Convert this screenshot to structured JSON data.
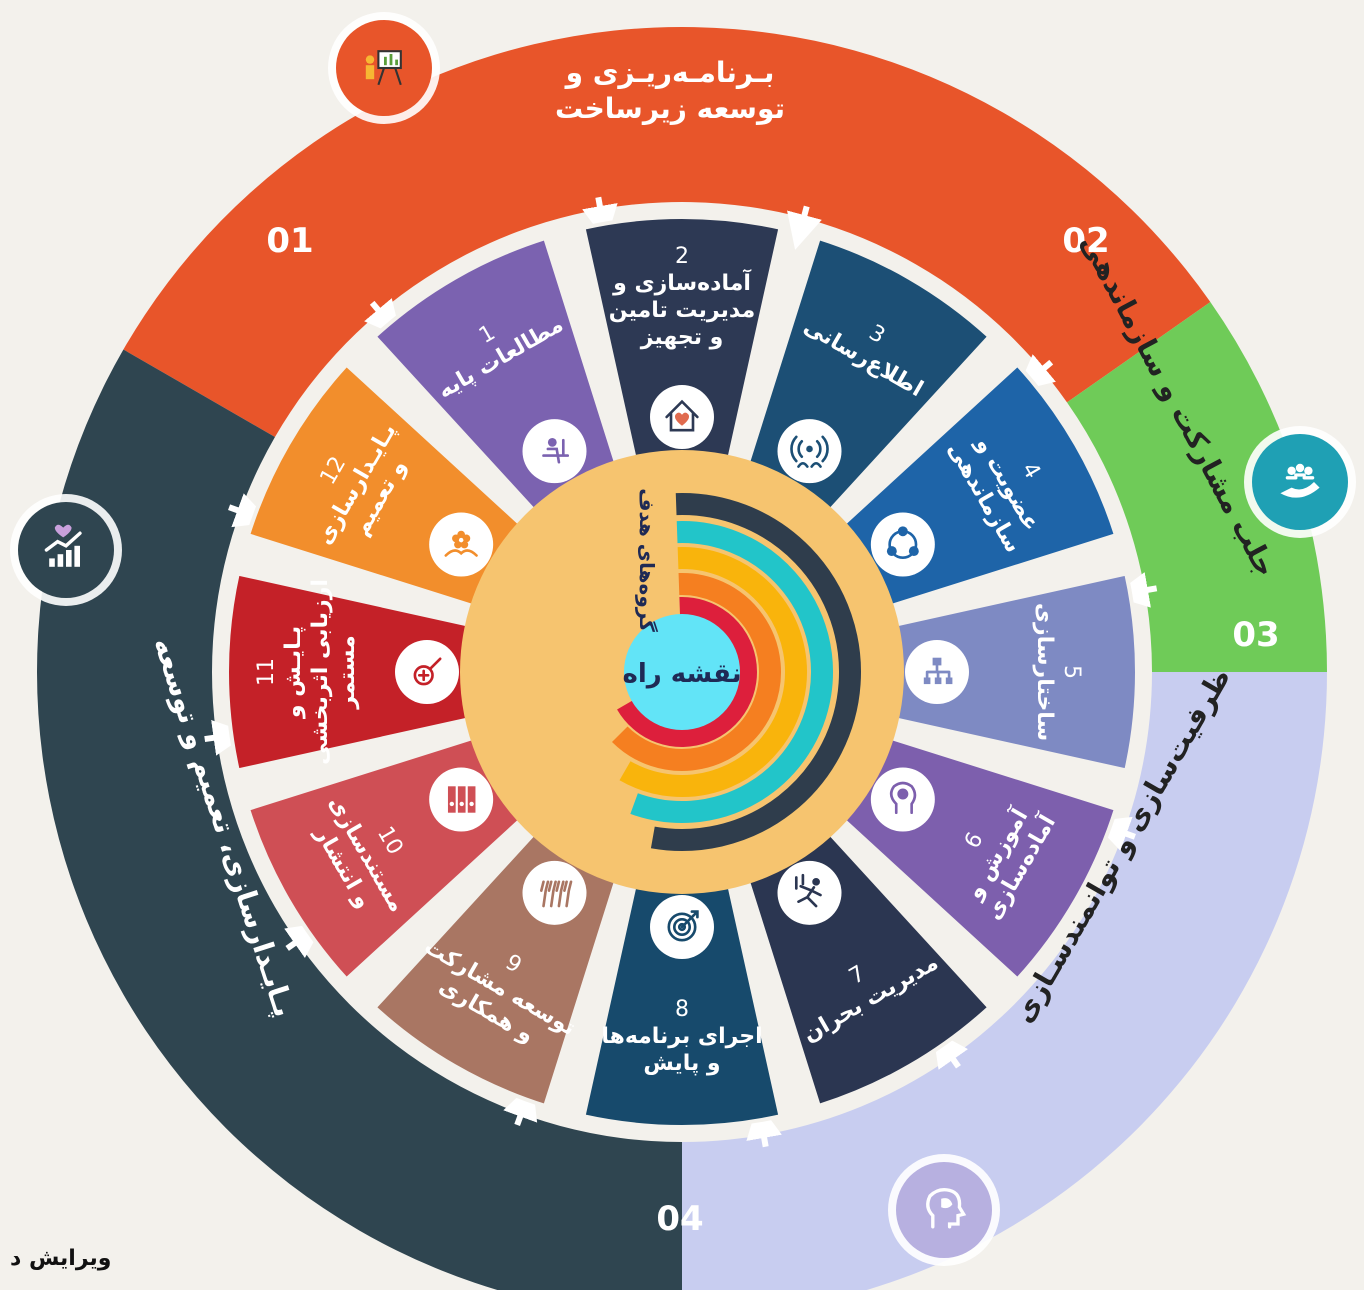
{
  "center": {
    "label": "نقشه راه",
    "target_groups": "گروه‌های هدف"
  },
  "phases": [
    {
      "number": "01",
      "title_lines": [
        "بـرنامـه‌ریـزی و",
        "توسعه زیرساخت"
      ],
      "color": "#e8552a",
      "icon": "presentation-icon"
    },
    {
      "number": "02",
      "title_lines": [
        "جلب مشارکت و سازماندهی"
      ],
      "color": "#6fcb58",
      "icon": "helping-hand-icon"
    },
    {
      "number": "03",
      "title_lines": [
        "ظرفیت‌سازی و توانمندسـازی"
      ],
      "color": "#c8cdf0",
      "icon": "head-mind-icon"
    },
    {
      "number": "04",
      "title_lines": [
        "پـایـدارسازی، تعمیم و توسعه"
      ],
      "color": "#2f4550",
      "icon": "growth-chart-icon"
    }
  ],
  "steps": [
    {
      "number": "1",
      "lines": [
        "مطالعات پایه"
      ],
      "color": "#7b62b0",
      "icon": "study-desk-icon"
    },
    {
      "number": "2",
      "lines": [
        "آماده‌سازی و",
        "مدیریت تامین",
        "و تجهیز"
      ],
      "color": "#2d3954",
      "icon": "home-heart-icon"
    },
    {
      "number": "3",
      "lines": [
        "اطلاع‌رسانی"
      ],
      "color": "#1c4f75",
      "icon": "broadcast-icon"
    },
    {
      "number": "4",
      "lines": [
        "عضویت و",
        "سازماندهی"
      ],
      "color": "#1e64a8",
      "icon": "team-cycle-icon"
    },
    {
      "number": "5",
      "lines": [
        "ساختارسازی"
      ],
      "color": "#7e8ac3",
      "icon": "org-chart-icon"
    },
    {
      "number": "6",
      "lines": [
        "آموزش و",
        "آماده‌سازی"
      ],
      "color": "#7d5fad",
      "icon": "brain-head-icon"
    },
    {
      "number": "7",
      "lines": [
        "مدیریت بحران"
      ],
      "color": "#2b3651",
      "icon": "falling-person-icon"
    },
    {
      "number": "8",
      "lines": [
        "اجرای برنامه‌ها",
        "و پایش"
      ],
      "color": "#174a6c",
      "icon": "target-icon"
    },
    {
      "number": "9",
      "lines": [
        "توسعه مشارکت",
        "و همکاری"
      ],
      "color": "#a97663",
      "icon": "raised-hands-icon"
    },
    {
      "number": "10",
      "lines": [
        "مستندسازی",
        "و انتشار"
      ],
      "color": "#cf4f55",
      "icon": "binders-icon"
    },
    {
      "number": "11",
      "lines": [
        "پـایـش و",
        "ارزیابی اثربخشی",
        "مستمر"
      ],
      "color": "#c42128",
      "icon": "magnifier-plus-icon"
    },
    {
      "number": "12",
      "lines": [
        "پـایـدارسازی",
        "و تعمیم"
      ],
      "color": "#f28e2c",
      "icon": "handshake-flower-icon"
    }
  ],
  "footer": "ویرایش د"
}
